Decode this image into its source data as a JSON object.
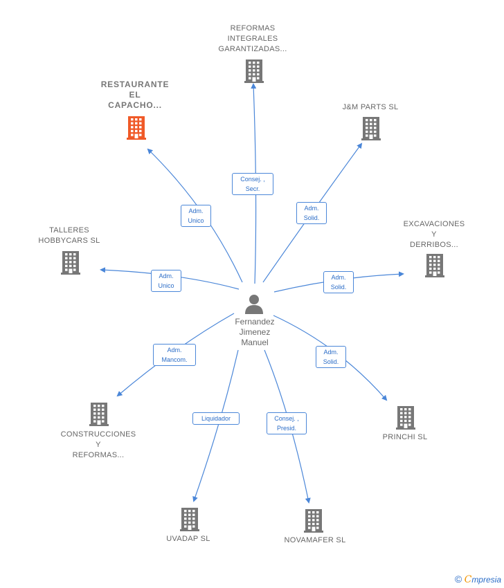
{
  "colors": {
    "edge": "#4a86d8",
    "building": "#777777",
    "building_highlight": "#f05a28",
    "person": "#777777"
  },
  "center": {
    "name": "Fernandez\nJimenez\nManuel",
    "icon": "person-icon"
  },
  "companies": [
    {
      "id": "reformas-integrales",
      "label": "REFORMAS\nINTEGRALES\nGARANTIZADAS...",
      "highlight": false,
      "icon": "building-icon"
    },
    {
      "id": "restaurante-el-capacho",
      "label": "RESTAURANTE\nEL\nCAPACHO...",
      "highlight": true,
      "icon": "building-icon"
    },
    {
      "id": "jm-parts",
      "label": "J&M PARTS  SL",
      "highlight": false,
      "icon": "building-icon"
    },
    {
      "id": "talleres-hobbycars",
      "label": "TALLERES\nHOBBYCARS SL",
      "highlight": false,
      "icon": "building-icon"
    },
    {
      "id": "excavaciones-derribos",
      "label": "EXCAVACIONES\nY\nDERRIBOS...",
      "highlight": false,
      "icon": "building-icon"
    },
    {
      "id": "construcciones-reformas",
      "label": "CONSTRUCCIONES\nY\nREFORMAS...",
      "highlight": false,
      "icon": "building-icon"
    },
    {
      "id": "princhi",
      "label": "PRINCHI SL",
      "highlight": false,
      "icon": "building-icon"
    },
    {
      "id": "uvadap",
      "label": "UVADAP SL",
      "highlight": false,
      "icon": "building-icon"
    },
    {
      "id": "novamafer",
      "label": "NOVAMAFER SL",
      "highlight": false,
      "icon": "building-icon"
    }
  ],
  "relations": [
    {
      "to": "reformas-integrales",
      "label": "Consej. ,\nSecr."
    },
    {
      "to": "restaurante-el-capacho",
      "label": "Adm.\nUnico"
    },
    {
      "to": "jm-parts",
      "label": "Adm.\nSolid."
    },
    {
      "to": "talleres-hobbycars",
      "label": "Adm.\nUnico"
    },
    {
      "to": "excavaciones-derribos",
      "label": "Adm.\nSolid."
    },
    {
      "to": "construcciones-reformas",
      "label": "Adm.\nMancom."
    },
    {
      "to": "princhi",
      "label": "Adm.\nSolid."
    },
    {
      "to": "uvadap",
      "label": "Liquidador"
    },
    {
      "to": "novamafer",
      "label": "Consej. ,\nPresid."
    }
  ],
  "footer": {
    "copyright": "©",
    "brand_first": "C",
    "brand_rest": "mpresia"
  }
}
